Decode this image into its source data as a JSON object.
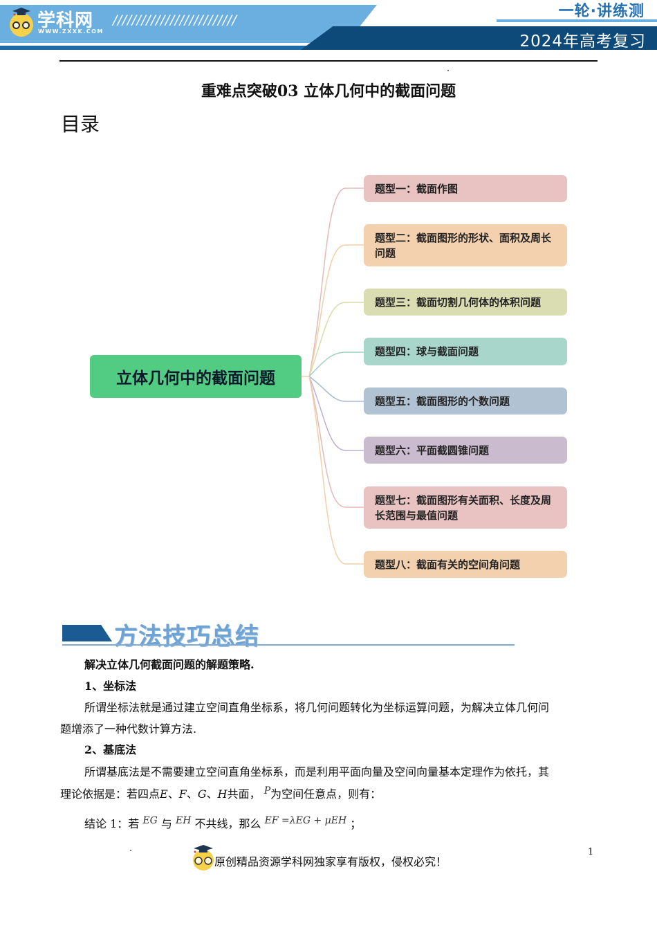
{
  "header": {
    "logo_name": "学科网",
    "logo_url": "WWW.ZXXK.COM",
    "slashes": "//////////////////////////",
    "series": "一轮·讲练测",
    "year_label": "2024年高考复习",
    "colors": {
      "light_blue": "#6aafe0",
      "dark_blue": "#0d4a7a",
      "accent_blue": "#2472b4"
    }
  },
  "document": {
    "title": "重难点突破03 立体几何中的截面问题",
    "toc_heading": "目录"
  },
  "mindmap": {
    "central": {
      "label": "立体几何中的截面问题",
      "color": "#52cc82"
    },
    "nodes": [
      {
        "label": "题型一：截面作图",
        "color": "#e8c3c2",
        "line": "#e3b9b8"
      },
      {
        "label": "题型二：截面图形的形状、面积及周长问题",
        "color": "#f3d1af",
        "line": "#f1cfa9"
      },
      {
        "label": "题型三：截面切割几何体的体积问题",
        "color": "#d9ddb1",
        "line": "#d8dca6"
      },
      {
        "label": "题型四：球与截面问题",
        "color": "#a9d6ca",
        "line": "#9fcfc1"
      },
      {
        "label": "题型五：截面图形的个数问题",
        "color": "#b1c2d3",
        "line": "#a7bad0"
      },
      {
        "label": "题型六：平面截圆锥问题",
        "color": "#cbbbcf",
        "line": "#beaed0"
      },
      {
        "label": "题型七：截面图形有关面积、长度及周长范围与最值问题",
        "color": "#e8c3c2",
        "line": "#e3b9b8"
      },
      {
        "label": "题型八：截面有关的空间角问题",
        "color": "#f3d1af",
        "line": "#f1cfa9"
      }
    ]
  },
  "section": {
    "title": "方法技巧总结",
    "intro": "解决立体几何截面问题的解题策略.",
    "method1_title": "1、坐标法",
    "method1_line1": "所谓坐标法就是通过建立空间直角坐标系，将几何问题转化为坐标运算问题，为解决立体几何问",
    "method1_line2": "题增添了一种代数计算方法.",
    "method2_title": "2、基底法",
    "method2_line1": "所谓基底法是不需要建立空间直角坐标系，而是利用平面向量及空间向量基本定理作为依托，其",
    "method2_line2_a": "理论依据是：若四点",
    "method2_points": [
      "E",
      "F",
      "G",
      "H"
    ],
    "method2_sep": "、",
    "method2_line2_b": "共面，",
    "method2_P": "P",
    "method2_line2_c": "为空间任意点，则有：",
    "conclusion_prefix": "结论 1：若",
    "vec_EG": "EG",
    "conclusion_with": "与",
    "vec_EH": "EH",
    "conclusion_mid": "不共线，那么",
    "formula": "EF =λEG + μEH",
    "conclusion_end": "；"
  },
  "footer": {
    "copyright": "原创精品资源学科网独家享有版权，侵权必究！",
    "page_number": "1"
  }
}
